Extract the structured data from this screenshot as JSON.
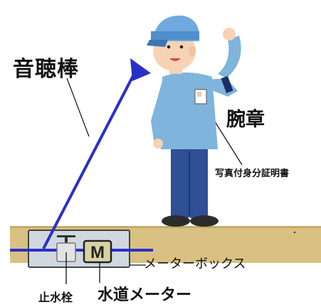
{
  "labels": {
    "listening_rod": "音聴棒",
    "armband": "腕章",
    "id_certificate": "写真付身分証明書",
    "meter_box": "メーターボックス",
    "stop_valve": "止水栓",
    "water_meter": "水道メーター"
  },
  "meter_symbol": "M",
  "colors": {
    "rod": "#2a2fc9",
    "pipe": "#2a2fc9",
    "ground": "#d8c182",
    "box_fill": "#cfd8df",
    "uniform": "#7fb4dc",
    "pants": "#2f4f96",
    "cap": "#6fa9dd",
    "skin": "#f6d3b4",
    "armband": "#1a2f66"
  },
  "icons": [
    "worker-figure",
    "listening-rod",
    "water-meter-icon",
    "stop-valve-icon"
  ]
}
